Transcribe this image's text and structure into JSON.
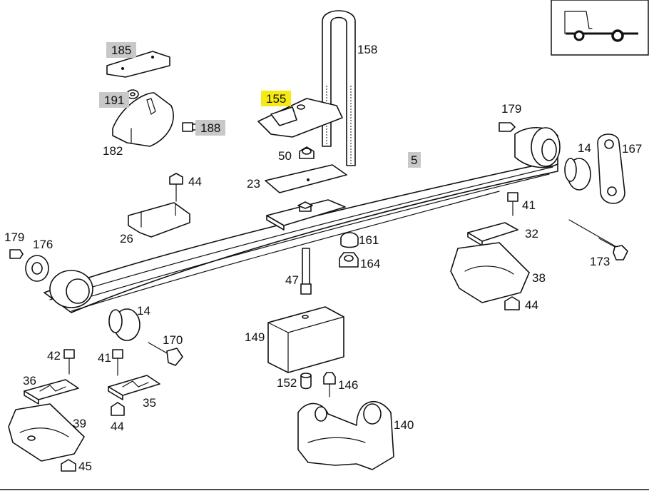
{
  "labels": {
    "l185": "185",
    "l191": "191",
    "l188": "188",
    "l182": "182",
    "l155": "155",
    "l158": "158",
    "l179a": "179",
    "l50": "50",
    "l23": "23",
    "l5": "5",
    "l14a": "14",
    "l167": "167",
    "l44a": "44",
    "l41a": "41",
    "l32": "32",
    "l26": "26",
    "l179b": "179",
    "l176": "176",
    "l161": "161",
    "l164": "164",
    "l173": "173",
    "l47": "47",
    "l38": "38",
    "l44b": "44",
    "l14b": "14",
    "l170": "170",
    "l149": "149",
    "l42": "42",
    "l41b": "41",
    "l36": "36",
    "l35": "35",
    "l152": "152",
    "l146": "146",
    "l39": "39",
    "l44c": "44",
    "l140": "140",
    "l45": "45"
  },
  "colors": {
    "highlight": "#f5ea14",
    "tag_gray": "#c8c8c8",
    "line": "#111111",
    "background": "#ffffff"
  },
  "highlighted_part": "155",
  "gray_tagged_parts": [
    "185",
    "191",
    "188",
    "5"
  ],
  "icons": {
    "vehicle_thumbnail": "truck-chassis-icon"
  }
}
